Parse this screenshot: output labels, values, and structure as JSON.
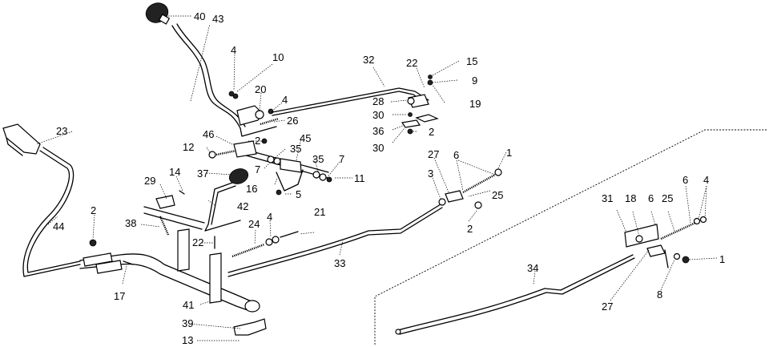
{
  "diagram": {
    "type": "exploded-parts-diagram",
    "subject": "lever and rod linkage assembly",
    "callouts": [
      {
        "id": "c40a",
        "label": "40"
      },
      {
        "id": "c43",
        "label": "43"
      },
      {
        "id": "c4a",
        "label": "4"
      },
      {
        "id": "c10",
        "label": "10"
      },
      {
        "id": "c20",
        "label": "20"
      },
      {
        "id": "c4b",
        "label": "4"
      },
      {
        "id": "c26",
        "label": "26"
      },
      {
        "id": "c32",
        "label": "32"
      },
      {
        "id": "c22a",
        "label": "22"
      },
      {
        "id": "c15",
        "label": "15"
      },
      {
        "id": "c9",
        "label": "9"
      },
      {
        "id": "c19",
        "label": "19"
      },
      {
        "id": "c28",
        "label": "28"
      },
      {
        "id": "c30a",
        "label": "30"
      },
      {
        "id": "c36",
        "label": "36"
      },
      {
        "id": "c2a",
        "label": "2"
      },
      {
        "id": "c30b",
        "label": "30"
      },
      {
        "id": "c23",
        "label": "23"
      },
      {
        "id": "c46",
        "label": "46"
      },
      {
        "id": "c2b",
        "label": "2"
      },
      {
        "id": "c12",
        "label": "12"
      },
      {
        "id": "c45",
        "label": "45"
      },
      {
        "id": "c35a",
        "label": "35"
      },
      {
        "id": "c35b",
        "label": "35"
      },
      {
        "id": "c7a",
        "label": "7"
      },
      {
        "id": "c7b",
        "label": "7"
      },
      {
        "id": "c37",
        "label": "37"
      },
      {
        "id": "c16",
        "label": "16"
      },
      {
        "id": "c11",
        "label": "11"
      },
      {
        "id": "c5",
        "label": "5"
      },
      {
        "id": "c14",
        "label": "14"
      },
      {
        "id": "c29",
        "label": "29"
      },
      {
        "id": "c42",
        "label": "42"
      },
      {
        "id": "c27a",
        "label": "27"
      },
      {
        "id": "c6a",
        "label": "6"
      },
      {
        "id": "c1a",
        "label": "1"
      },
      {
        "id": "c3",
        "label": "3"
      },
      {
        "id": "c25a",
        "label": "25"
      },
      {
        "id": "c2c",
        "label": "2"
      },
      {
        "id": "c44",
        "label": "44"
      },
      {
        "id": "c2d",
        "label": "2"
      },
      {
        "id": "c38",
        "label": "38"
      },
      {
        "id": "c24",
        "label": "24"
      },
      {
        "id": "c4c",
        "label": "4"
      },
      {
        "id": "c21",
        "label": "21"
      },
      {
        "id": "c22b",
        "label": "22"
      },
      {
        "id": "c33",
        "label": "33"
      },
      {
        "id": "c17",
        "label": "17"
      },
      {
        "id": "c41",
        "label": "41"
      },
      {
        "id": "c39",
        "label": "39"
      },
      {
        "id": "c13",
        "label": "13"
      },
      {
        "id": "c31",
        "label": "31"
      },
      {
        "id": "c18",
        "label": "18"
      },
      {
        "id": "c6b",
        "label": "6"
      },
      {
        "id": "c25b",
        "label": "25"
      },
      {
        "id": "c6c",
        "label": "6"
      },
      {
        "id": "c4d",
        "label": "4"
      },
      {
        "id": "c1b",
        "label": "1"
      },
      {
        "id": "c34",
        "label": "34"
      },
      {
        "id": "c27b",
        "label": "27"
      },
      {
        "id": "c8",
        "label": "8"
      }
    ]
  }
}
